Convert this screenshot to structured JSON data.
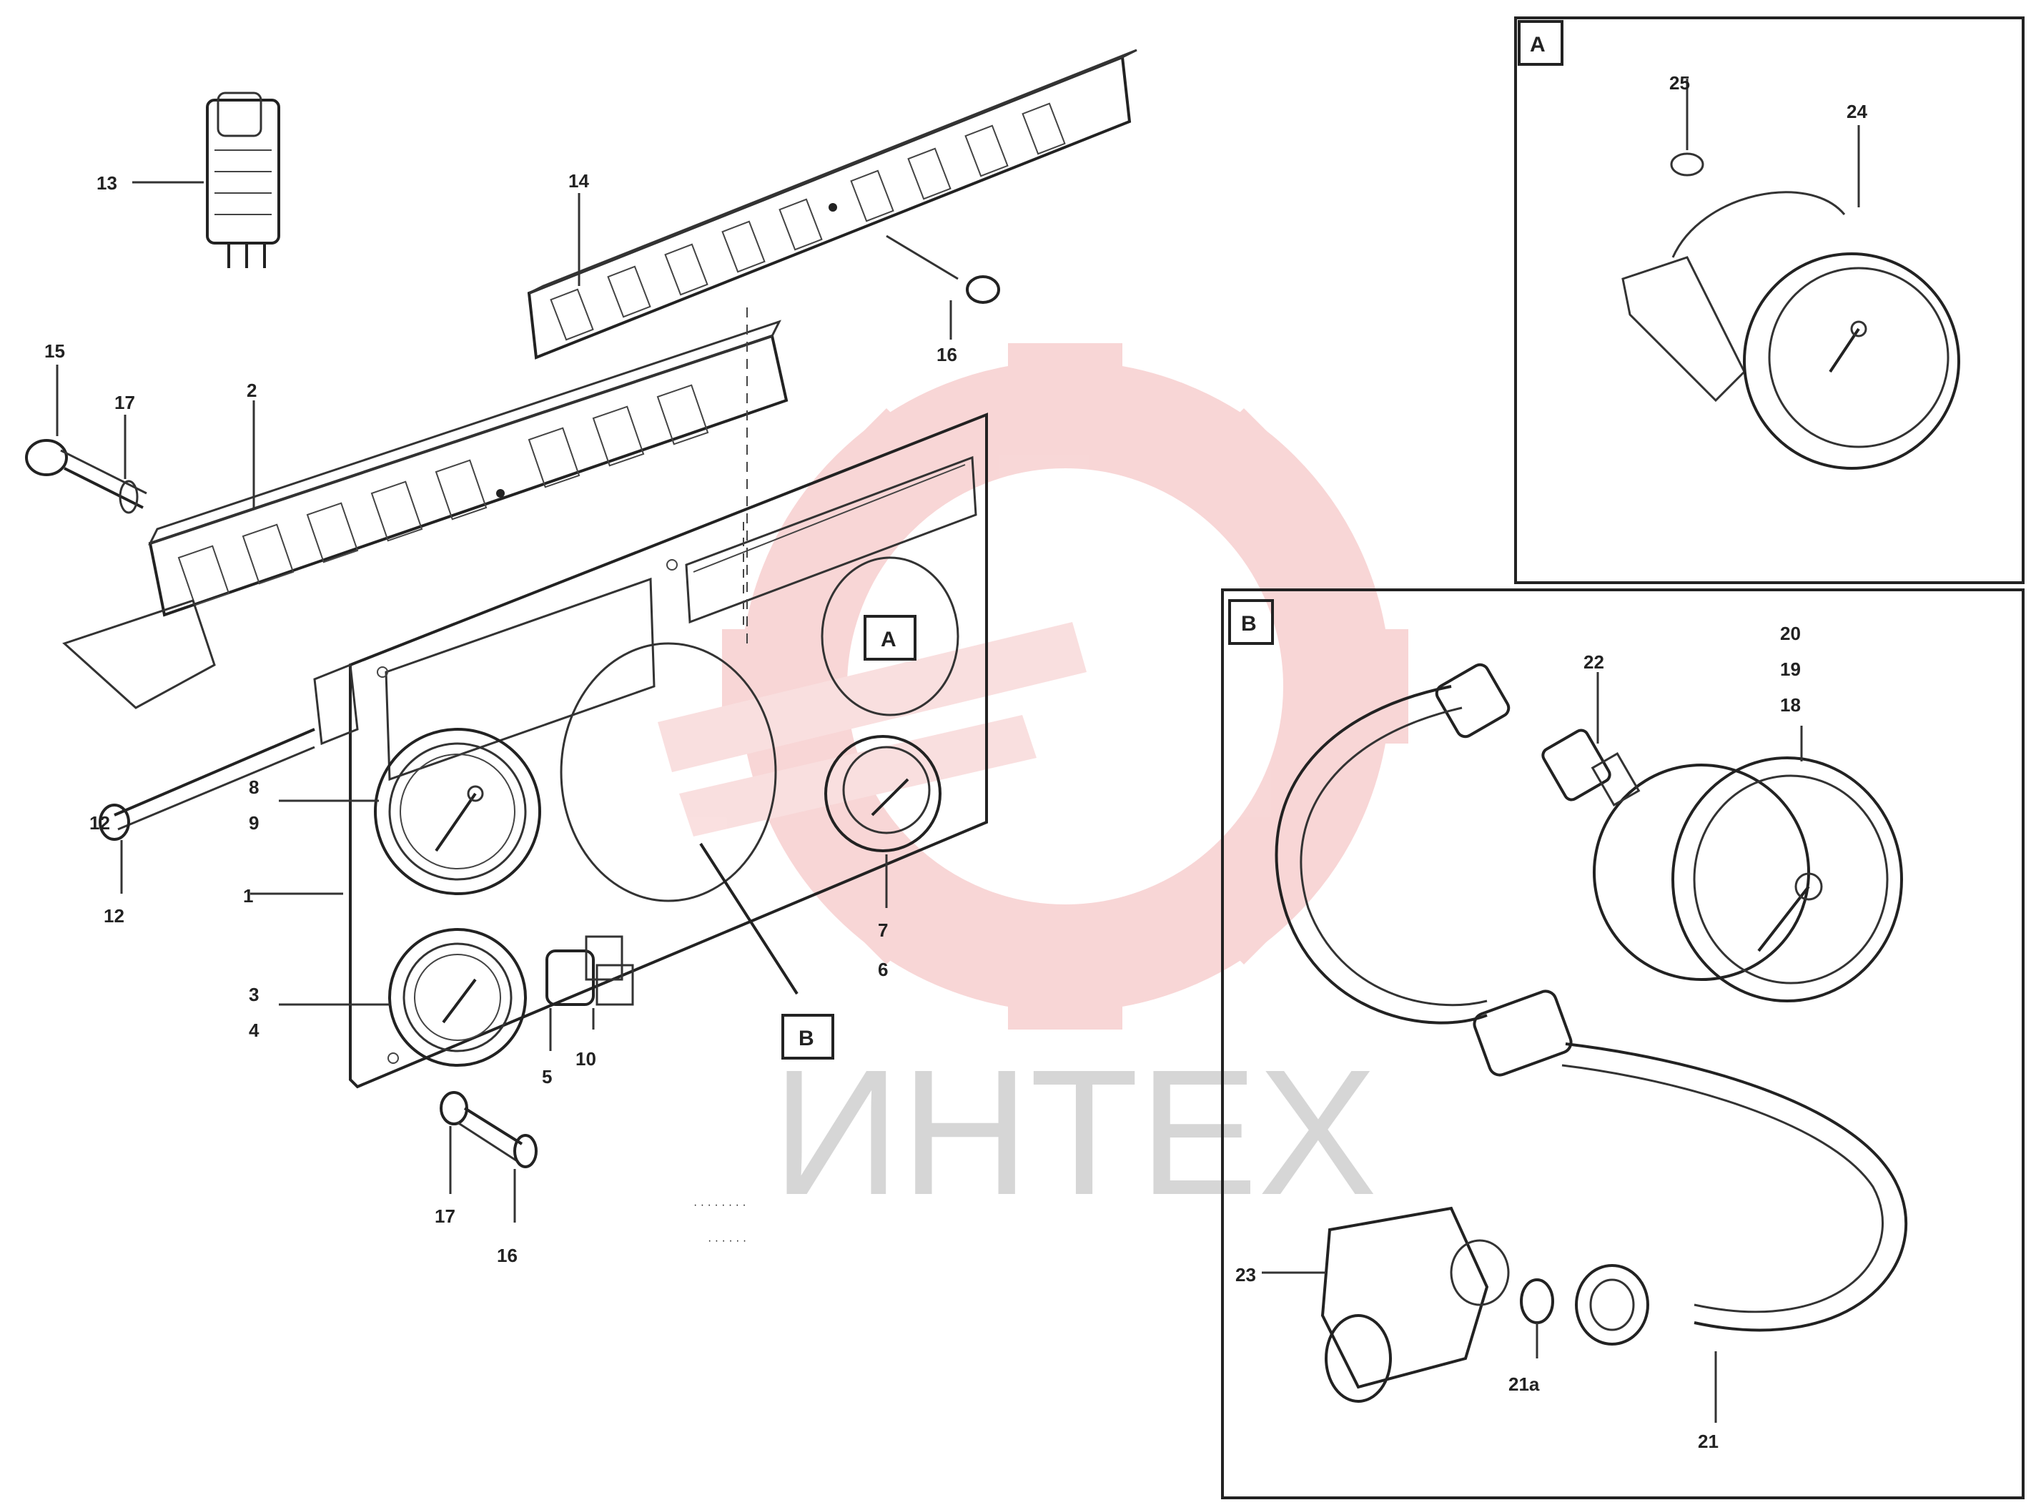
{
  "watermark": {
    "text": "ИНТЕХ",
    "gear_color": "#f5c6c6",
    "text_color": "#d0d0d0"
  },
  "callouts": {
    "c13_top": "13",
    "c14": "14",
    "c16_top": "16",
    "c15_left": "15",
    "c17_left": "17",
    "c2": "2",
    "c8": "8",
    "c9": "9",
    "c1": "1",
    "c3": "3",
    "c4": "4",
    "c12a": "12",
    "c12b": "12",
    "c7": "7",
    "c6": "6",
    "c5": "5",
    "c10": "10",
    "c17_bot": "17",
    "c16_bot": "16",
    "c25": "25",
    "c24": "24",
    "c22": "22",
    "c20": "20",
    "c19": "19",
    "c18": "18",
    "c23": "23",
    "c21a": "21a",
    "c21": "21"
  },
  "boxes": {
    "a_main": "A",
    "b_main": "B",
    "a_inset": "A",
    "b_inset": "B"
  },
  "figure_note": {
    "line1": "· · · · · · · ·",
    "line2": "· · · · · ·"
  }
}
